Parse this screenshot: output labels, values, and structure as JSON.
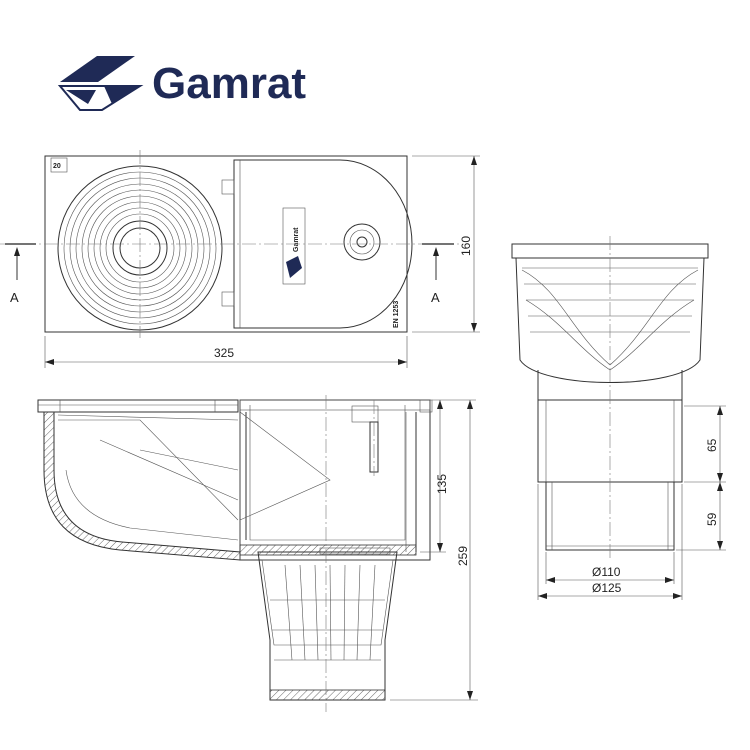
{
  "brand": {
    "name": "Gamrat",
    "logo_color": "#1f2a56"
  },
  "plate_brand": "Gamrat",
  "section": {
    "left": "A",
    "right": "A"
  },
  "dimensions": {
    "plan_width": "325",
    "plan_height": "160",
    "body_height": "135",
    "total_height": "259",
    "upper_outlet_height": "65",
    "lower_outlet_height": "59",
    "inner_diameter": "Ø110",
    "outer_diameter": "Ø125"
  },
  "colors": {
    "line": "#333333",
    "text": "#222222"
  }
}
